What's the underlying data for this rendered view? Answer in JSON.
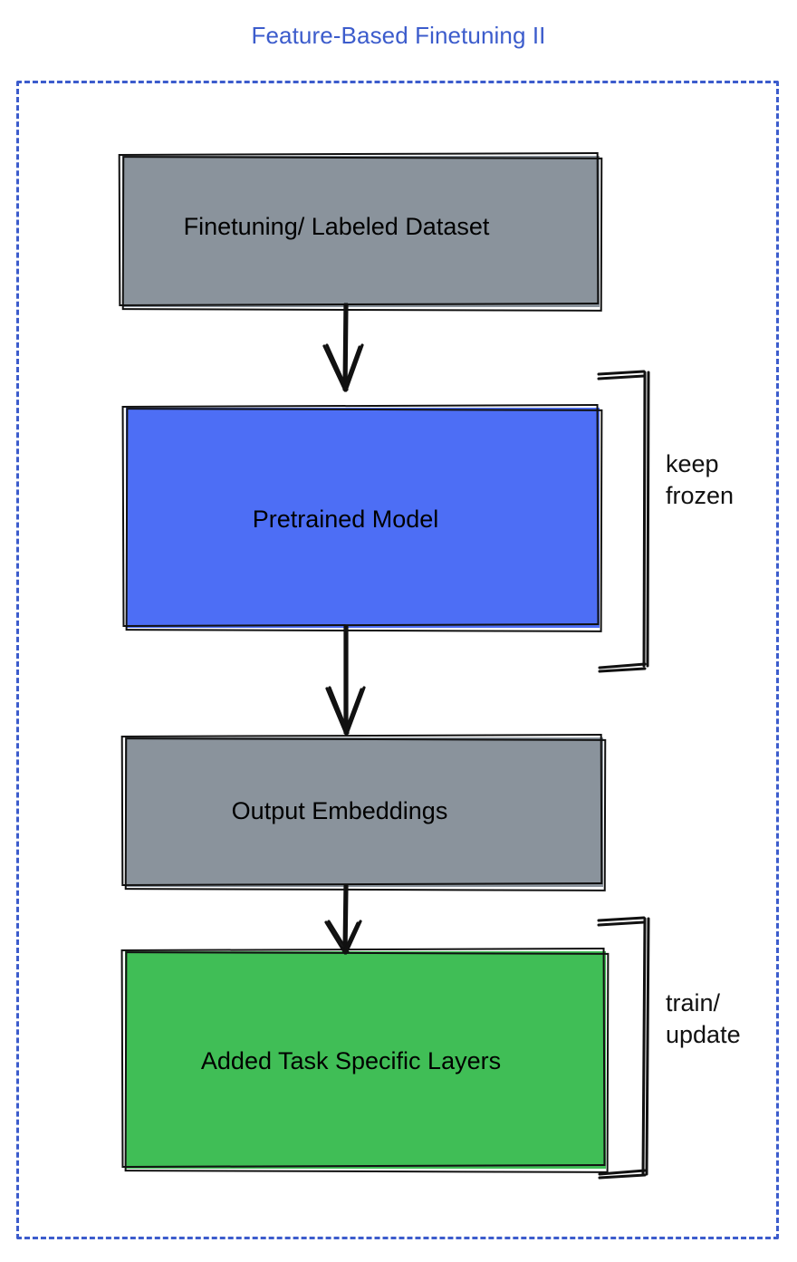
{
  "diagram": {
    "title": "Feature-Based Finetuning II",
    "title_color": "#3c5ccc",
    "frame": {
      "style": "dashed",
      "color": "#3c5ccc"
    },
    "nodes": [
      {
        "id": "dataset",
        "label": "Finetuning/ Labeled Dataset",
        "fill": "#8a939c",
        "stroke": "#111111",
        "shape": "rectangle"
      },
      {
        "id": "pretrained",
        "label": "Pretrained Model",
        "fill": "#4d6ef5",
        "stroke": "#111111",
        "shape": "rectangle"
      },
      {
        "id": "embeddings",
        "label": "Output Embeddings",
        "fill": "#8a939c",
        "stroke": "#111111",
        "shape": "rectangle"
      },
      {
        "id": "layers",
        "label": "Added Task Specific Layers",
        "fill": "#40be56",
        "stroke": "#111111",
        "shape": "rectangle"
      }
    ],
    "edges": [
      {
        "from": "dataset",
        "to": "pretrained",
        "style": "arrow-down"
      },
      {
        "from": "pretrained",
        "to": "embeddings",
        "style": "arrow-down"
      },
      {
        "from": "embeddings",
        "to": "layers",
        "style": "arrow-down"
      }
    ],
    "annotations": [
      {
        "id": "frozen",
        "text": "keep\nfrozen",
        "target": "pretrained",
        "bracket": "right"
      },
      {
        "id": "train",
        "text": "train/\nupdate",
        "target": "layers",
        "bracket": "right"
      }
    ]
  }
}
